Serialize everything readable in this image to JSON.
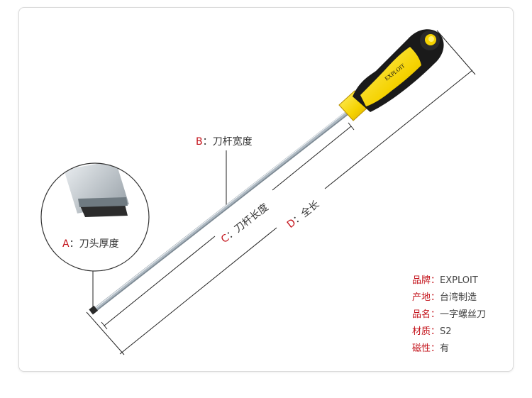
{
  "brand_text": "EXPLOIT",
  "labels": {
    "A": {
      "key": "A",
      "text": "刀头厚度"
    },
    "B": {
      "key": "B",
      "text": "刀杆宽度"
    },
    "C": {
      "key": "C",
      "text": "刀杆长度"
    },
    "D": {
      "key": "D",
      "text": "全长"
    }
  },
  "specs": [
    {
      "key": "品牌",
      "value": "EXPLOIT"
    },
    {
      "key": "产地",
      "value": "台湾制造"
    },
    {
      "key": "品名",
      "value": "一字螺丝刀"
    },
    {
      "key": "材质",
      "value": "S2"
    },
    {
      "key": "磁性",
      "value": "有"
    }
  ],
  "separator": "：",
  "colors": {
    "accent": "#c3121a",
    "handle_yellow": "#f5d200",
    "handle_black": "#1a1a1a",
    "shaft": "#b8c3cc"
  }
}
